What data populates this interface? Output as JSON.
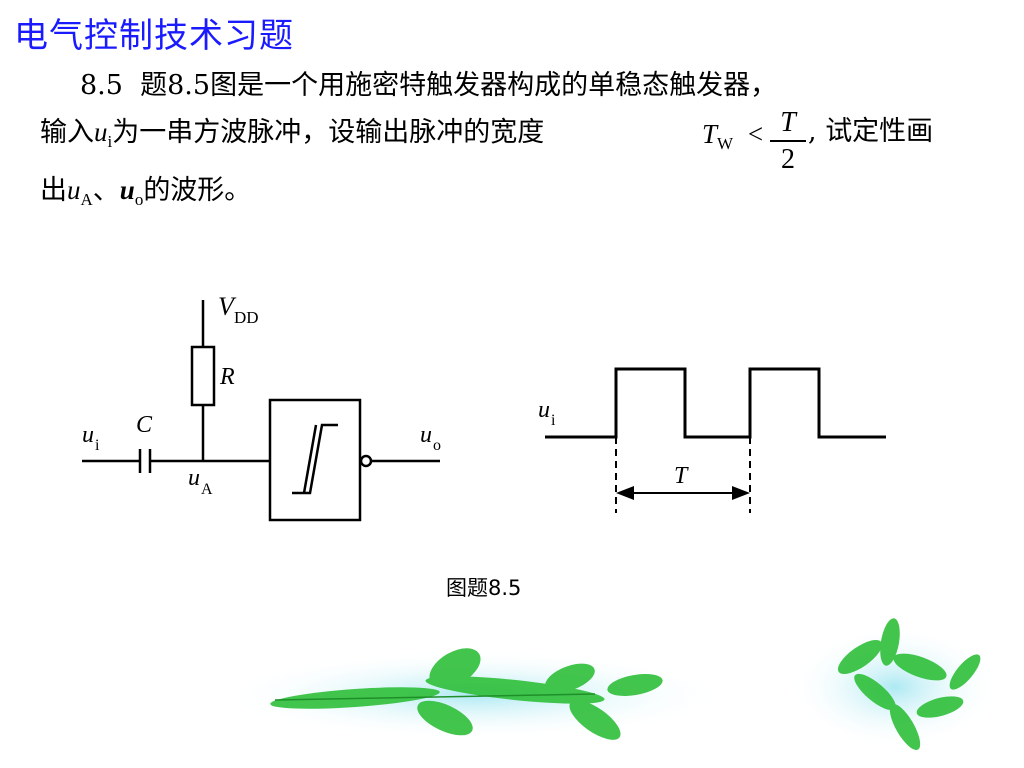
{
  "slide_title": "电气控制技术习题",
  "problem": {
    "number": "8.5",
    "line1": "题8.5图是一个用施密特触发器构成的单稳态触发器，",
    "line2_a": "输入",
    "u": "u",
    "sub_i": "i",
    "line2_b": "为一串方波脉冲，设输出脉冲的宽度",
    "tw_T": "T",
    "tw_sub": "W",
    "less_than": "<",
    "frac_num": "T",
    "frac_den": "2",
    "comma": ",",
    "line2_c": "试定性画",
    "line3_a": "出",
    "sub_A": "A",
    "sep": "、",
    "sub_o": "o",
    "line3_b": "的波形。"
  },
  "circuit": {
    "vdd_v": "V",
    "vdd_sub": "DD",
    "r_label": "R",
    "c_label": "C",
    "u": "u",
    "ui_sub": "i",
    "ua_sub": "A",
    "uo_sub": "o"
  },
  "waveform": {
    "u": "u",
    "ui_sub": "i",
    "period_label": "T"
  },
  "caption": "图题8.5",
  "colors": {
    "title": "#1a1aff",
    "leaf_green": "#2fbf3a",
    "glow": "#a9e8f2"
  }
}
